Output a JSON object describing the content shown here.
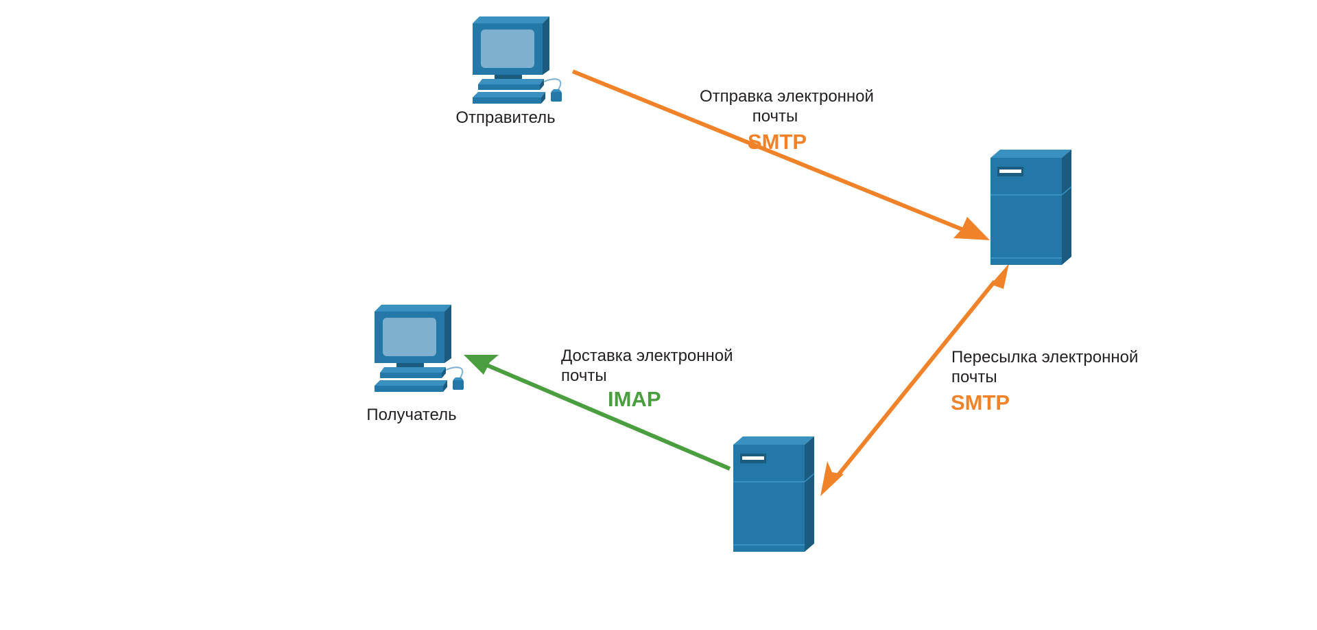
{
  "colors": {
    "smtp": "#f0822a",
    "imap": "#4a9e3f",
    "device": "#2378a8",
    "device_dark": "#1b5b80",
    "device_light": "#3a90be",
    "screen": "#7fb0cf"
  },
  "nodes": {
    "sender": {
      "label": "Отправитель",
      "icon": "pc-icon"
    },
    "recipient": {
      "label": "Получатель",
      "icon": "pc-icon"
    },
    "server_sender": {
      "icon": "server-icon"
    },
    "server_recipient": {
      "icon": "server-icon"
    }
  },
  "links": {
    "send": {
      "line1": "Отправка электронной",
      "line2": "почты",
      "protocol": "SMTP"
    },
    "forward": {
      "line1": "Пересылка электронной",
      "line2": "почты",
      "protocol": "SMTP"
    },
    "deliver": {
      "line1": "Доставка электронной",
      "line2": "почты",
      "protocol": "IMAP"
    }
  }
}
